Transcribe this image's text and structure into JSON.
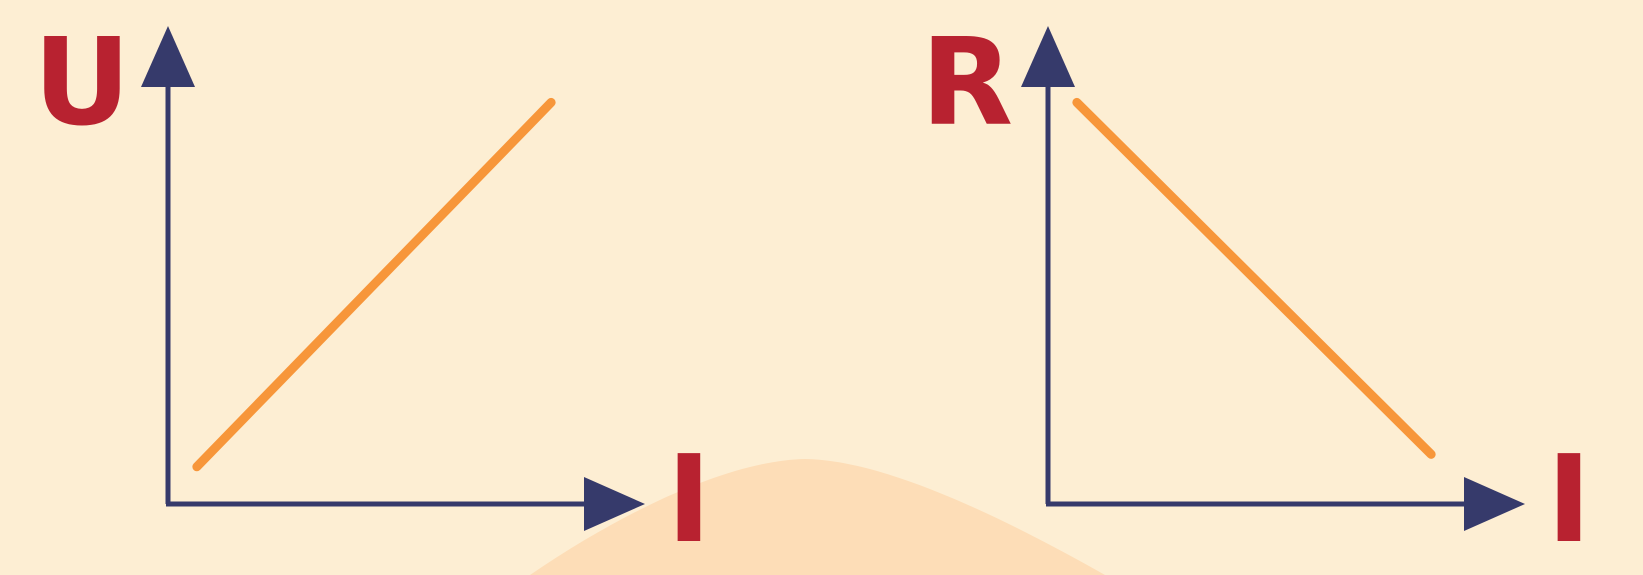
{
  "colors": {
    "background": "#FDEED3",
    "blob": "#FDDDB7",
    "axis": "#363A6B",
    "line": "#F7963A",
    "label": "#B82230"
  },
  "chart_data": [
    {
      "type": "line",
      "xlabel": "I",
      "ylabel": "U",
      "xlim": [
        0,
        1
      ],
      "ylim": [
        0,
        1
      ],
      "grid": false,
      "series": [
        {
          "x": [
            0.07,
            0.93
          ],
          "y": [
            0.09,
            0.97
          ]
        }
      ]
    },
    {
      "type": "line",
      "xlabel": "I",
      "ylabel": "R",
      "xlim": [
        0,
        1
      ],
      "ylim": [
        0,
        1
      ],
      "grid": false,
      "series": [
        {
          "x": [
            0.07,
            0.93
          ],
          "y": [
            0.97,
            0.12
          ]
        }
      ]
    }
  ]
}
